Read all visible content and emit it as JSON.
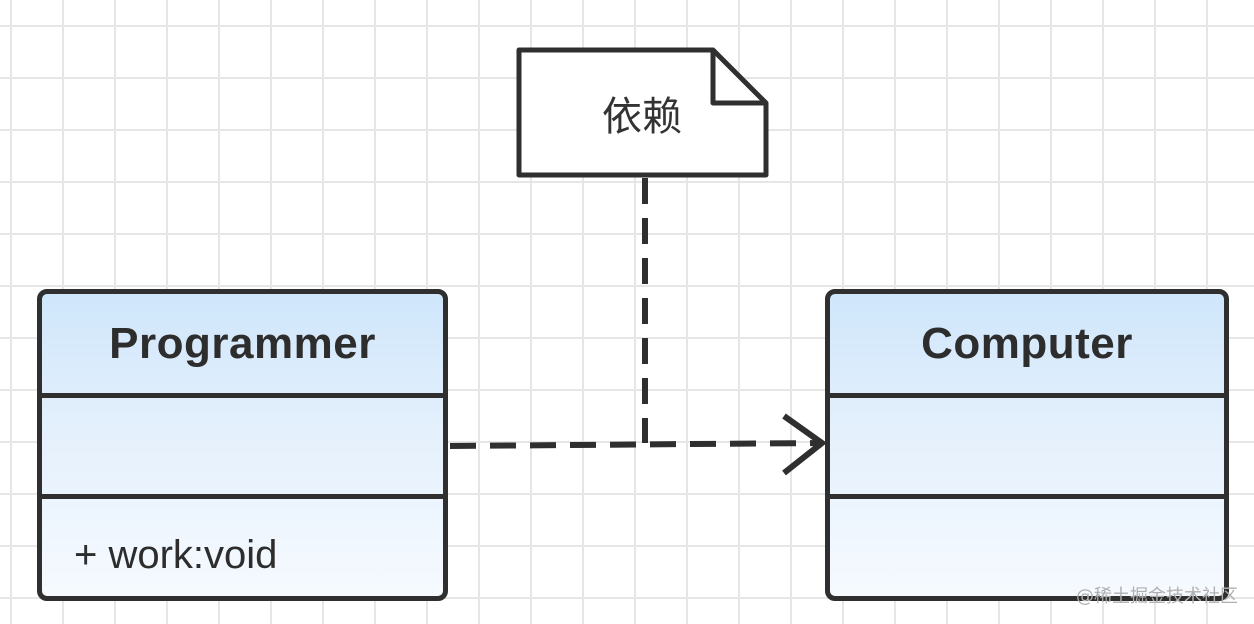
{
  "diagram": {
    "note": {
      "text": "依赖"
    },
    "classes": [
      {
        "name": "Programmer",
        "attributes": [],
        "methods": [
          "+ work:void"
        ]
      },
      {
        "name": "Computer",
        "attributes": [],
        "methods": []
      }
    ],
    "relationship": {
      "type": "dependency",
      "from": "Programmer",
      "to": "Computer"
    }
  },
  "watermark": "@稀土掘金技术社区"
}
